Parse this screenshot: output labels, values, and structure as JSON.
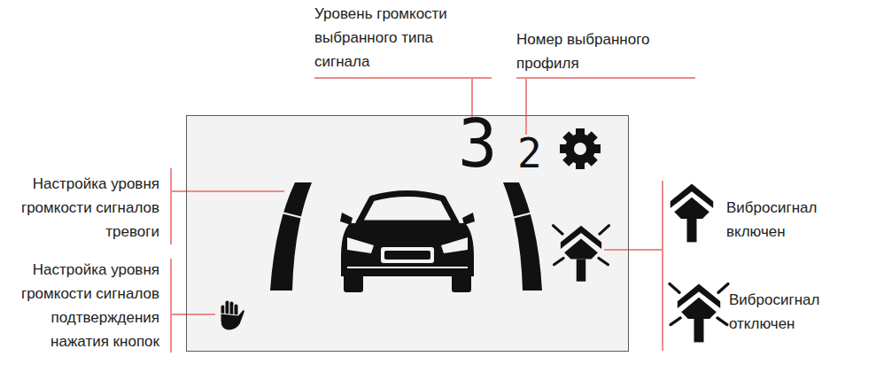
{
  "diagram": {
    "nodes": [
      {
        "text": [
          "3",
          "2"
        ]
      }
    ],
    "labels": [
      "Уровень громкости выбранного типа сигнала",
      "Номер выбранного профиля",
      "Настройка уровня громкости сигналов тревоги",
      "Настройка уровня громкости сигналов подтверждения нажатия кнопок",
      "Вибросигнал включен",
      "Вибросигнал отключен"
    ]
  }
}
